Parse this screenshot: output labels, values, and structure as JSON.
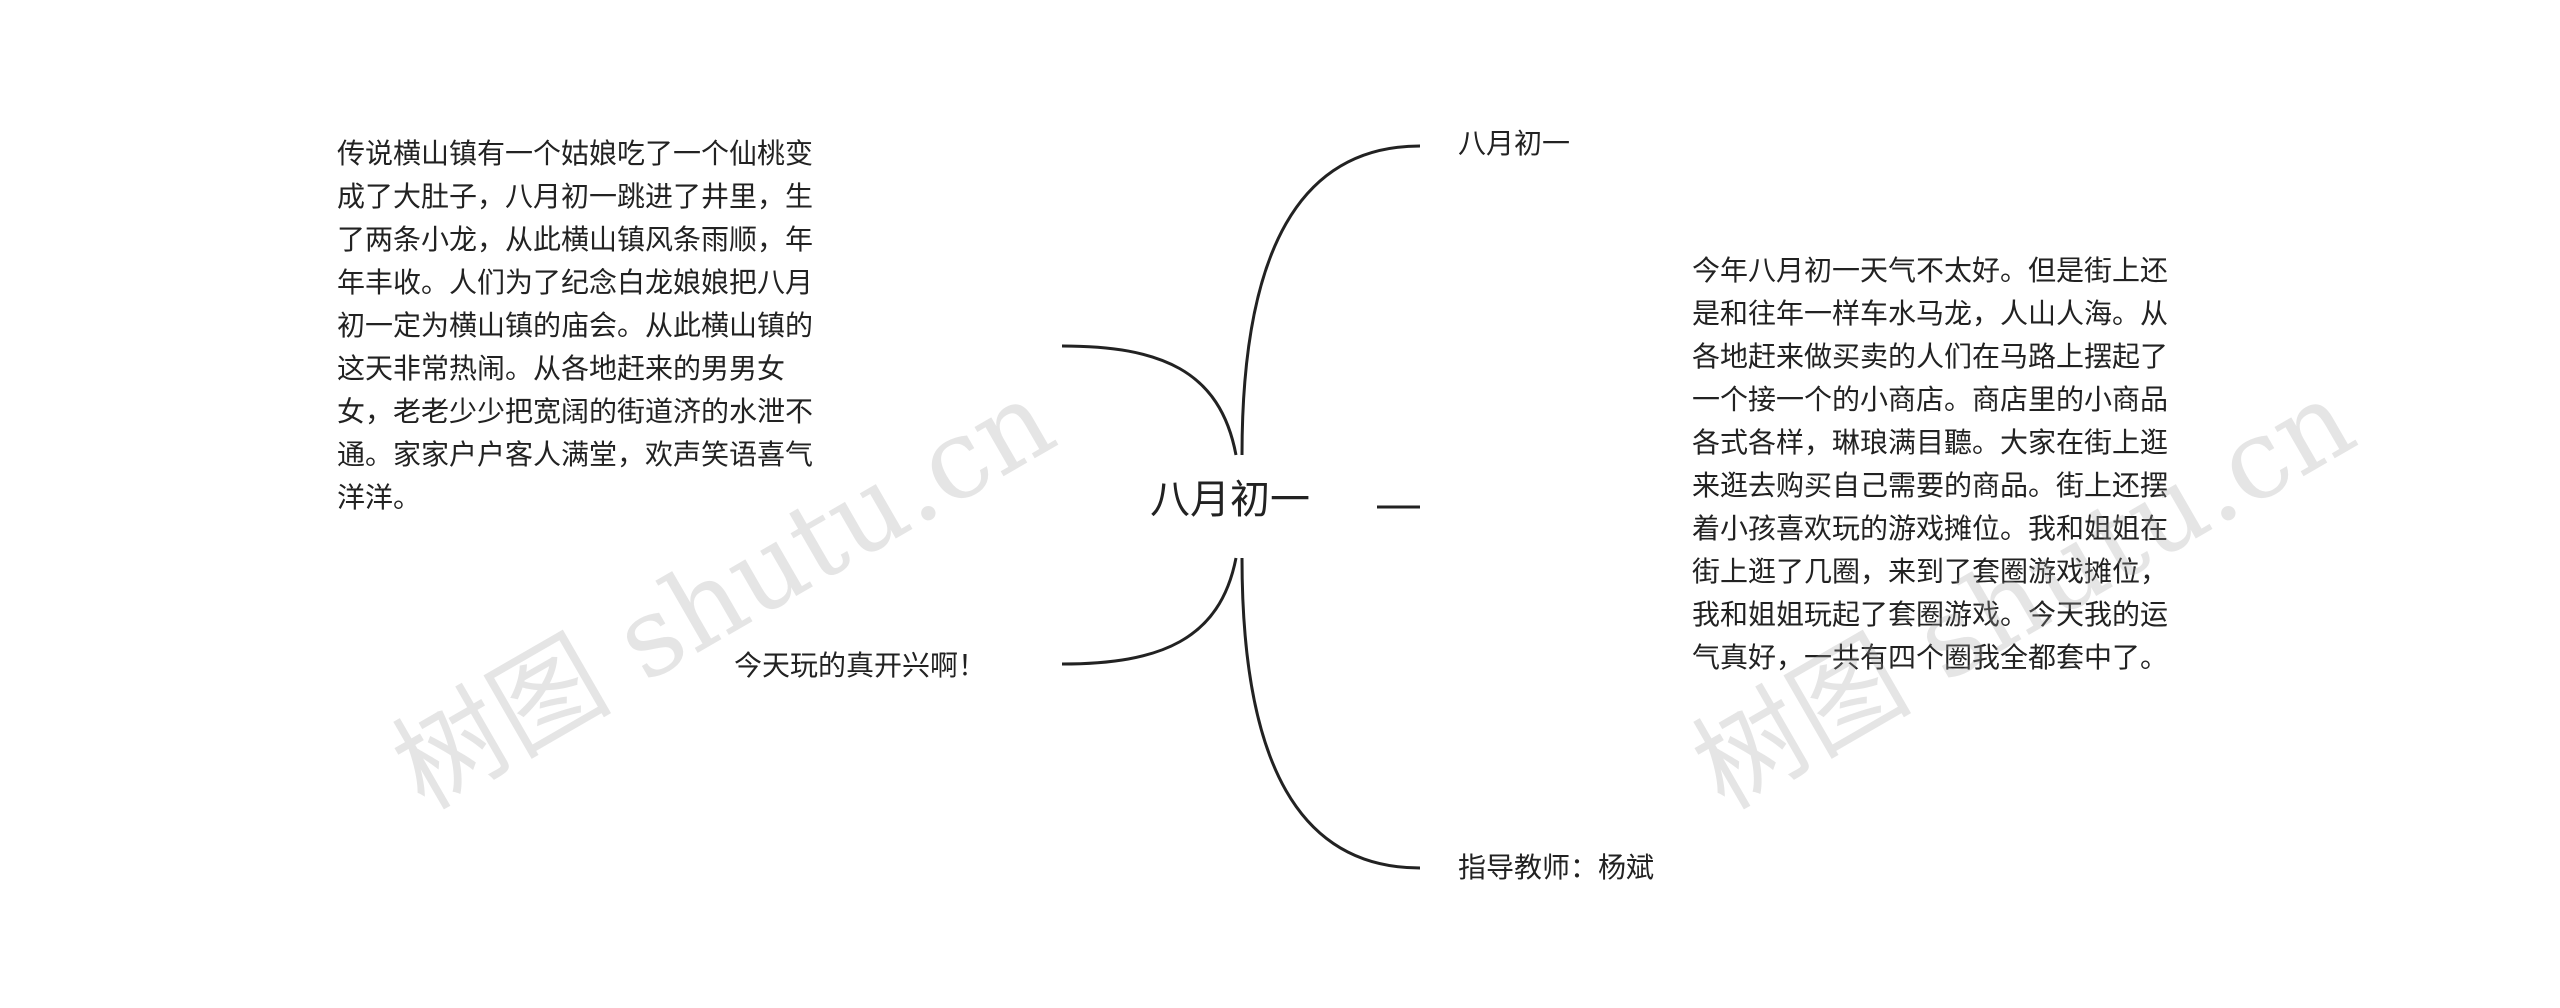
{
  "center": {
    "label": "八月初一"
  },
  "left_nodes": {
    "story": "传说横山镇有一个姑娘吃了一个仙桃变成了大肚子，八月初一跳进了井里，生了两条小龙，从此横山镇风条雨顺，年年丰收。人们为了纪念白龙娘娘把八月初一定为横山镇的庙会。从此横山镇的这天非常热闹。从各地赶来的男男女女，老老少少把宽阔的街道济的水泄不通。家家户户客人满堂，欢声笑语喜气洋洋。",
    "happy": "今天玩的真开兴啊！"
  },
  "right_nodes": {
    "title": "八月初一",
    "story": "今年八月初一天气不太好。但是街上还是和往年一样车水马龙，人山人海。从各地赶来做买卖的人们在马路上摆起了一个接一个的小商店。商店里的小商品各式各样，琳琅满目聽。大家在街上逛来逛去购买自己需要的商品。街上还摆着小孩喜欢玩的游戏摊位。我和姐姐在街上逛了几圈，来到了套圈游戏摊位，我和姐姐玩起了套圈游戏。今天我的运气真好，一共有四个圈我全都套中了。",
    "teacher": "指导教师：杨斌"
  },
  "watermarks": [
    "树图 shutu.cn",
    "树图 shutu.cn"
  ],
  "colors": {
    "line": "#222222",
    "text": "#222222",
    "watermark": "#a0a0a0"
  }
}
